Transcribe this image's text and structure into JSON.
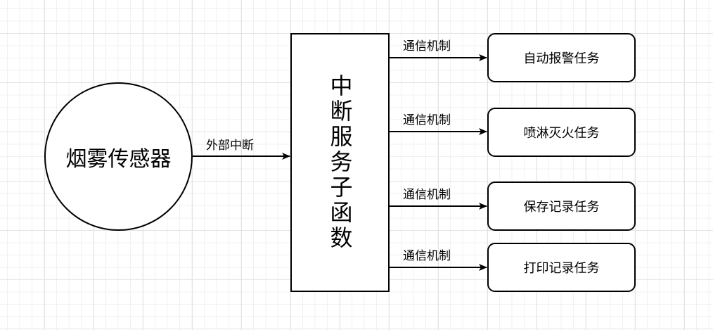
{
  "diagram": {
    "source": {
      "label": "烟雾传感器"
    },
    "source_edge": {
      "label": "外部中断"
    },
    "isr": {
      "label": "中断服务子函数"
    },
    "tasks": [
      {
        "label": "自动报警任务",
        "edge_label": "通信机制"
      },
      {
        "label": "喷淋灭火任务",
        "edge_label": "通信机制"
      },
      {
        "label": "保存记录任务",
        "edge_label": "通信机制"
      },
      {
        "label": "打印记录任务",
        "edge_label": "通信机制"
      }
    ]
  }
}
